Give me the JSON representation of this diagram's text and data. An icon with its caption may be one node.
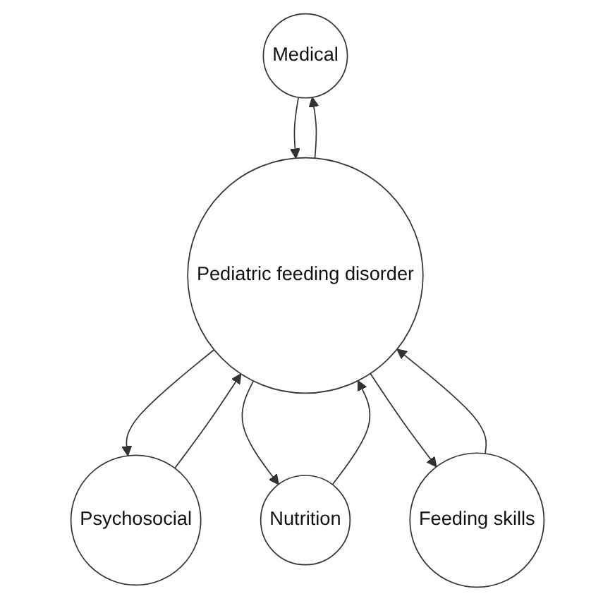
{
  "diagram": {
    "nodes": [
      {
        "text": [
          "Medical"
        ]
      },
      {
        "text": [
          "Psychosocial"
        ]
      },
      {
        "text": [
          "Pediatric feeding disorder"
        ]
      },
      {
        "text": [
          "Nutrition"
        ]
      },
      {
        "text": [
          "Feeding skills"
        ]
      }
    ],
    "edges": [
      {
        "from": 0,
        "to": 2,
        "arrow": "to"
      },
      {
        "from": 2,
        "to": 0,
        "arrow": "to"
      },
      {
        "from": 1,
        "to": 2,
        "arrow": "to"
      },
      {
        "from": 2,
        "to": 1,
        "arrow": "to"
      },
      {
        "from": 3,
        "to": 2,
        "arrow": "to"
      },
      {
        "from": 2,
        "to": 3,
        "arrow": "to"
      },
      {
        "from": 2,
        "to": 4,
        "arrow": "to"
      },
      {
        "from": 4,
        "to": 2,
        "arrow": "to"
      }
    ]
  }
}
